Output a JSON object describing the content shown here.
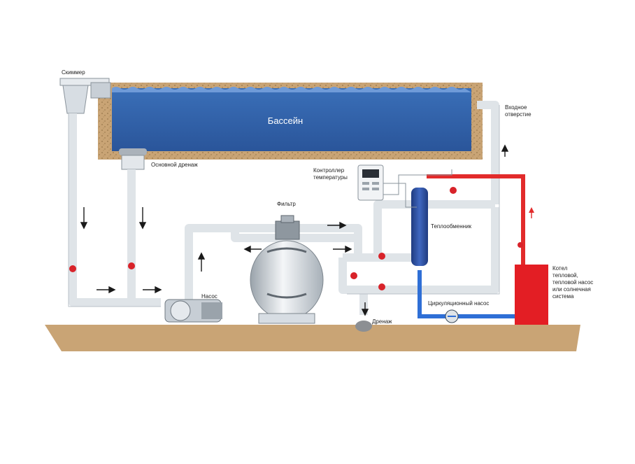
{
  "labels": {
    "skimmer": "Скиммер",
    "pool": "Бассейн",
    "inlet_line1": "Входное",
    "inlet_line2": "отверстие",
    "main_drain": "Основной дренаж",
    "controller_line1": "Контроллер",
    "controller_line2": "температуры",
    "filter": "Фильтр",
    "heat_exchanger": "Теплообменник",
    "pump": "Насос",
    "circulation_pump": "Циркуляционный насос",
    "drain": "Дренаж",
    "boiler_line1": "Котел",
    "boiler_line2": "тепловой,",
    "boiler_line3": "тепловой насос",
    "boiler_line4": "или солнечная",
    "boiler_line5": "система"
  },
  "colors": {
    "water": "#2f5fa8",
    "ground": "#c9a475",
    "pipe": "#dfe4e8",
    "hot_pipe": "#e22b2b",
    "cold_pipe": "#2f6fd6",
    "boiler": "#e31e24",
    "heat_exchanger": "#2b4fa3",
    "valve": "#d8232a"
  },
  "icons": [
    "flow-arrow-icon",
    "valve-icon"
  ]
}
